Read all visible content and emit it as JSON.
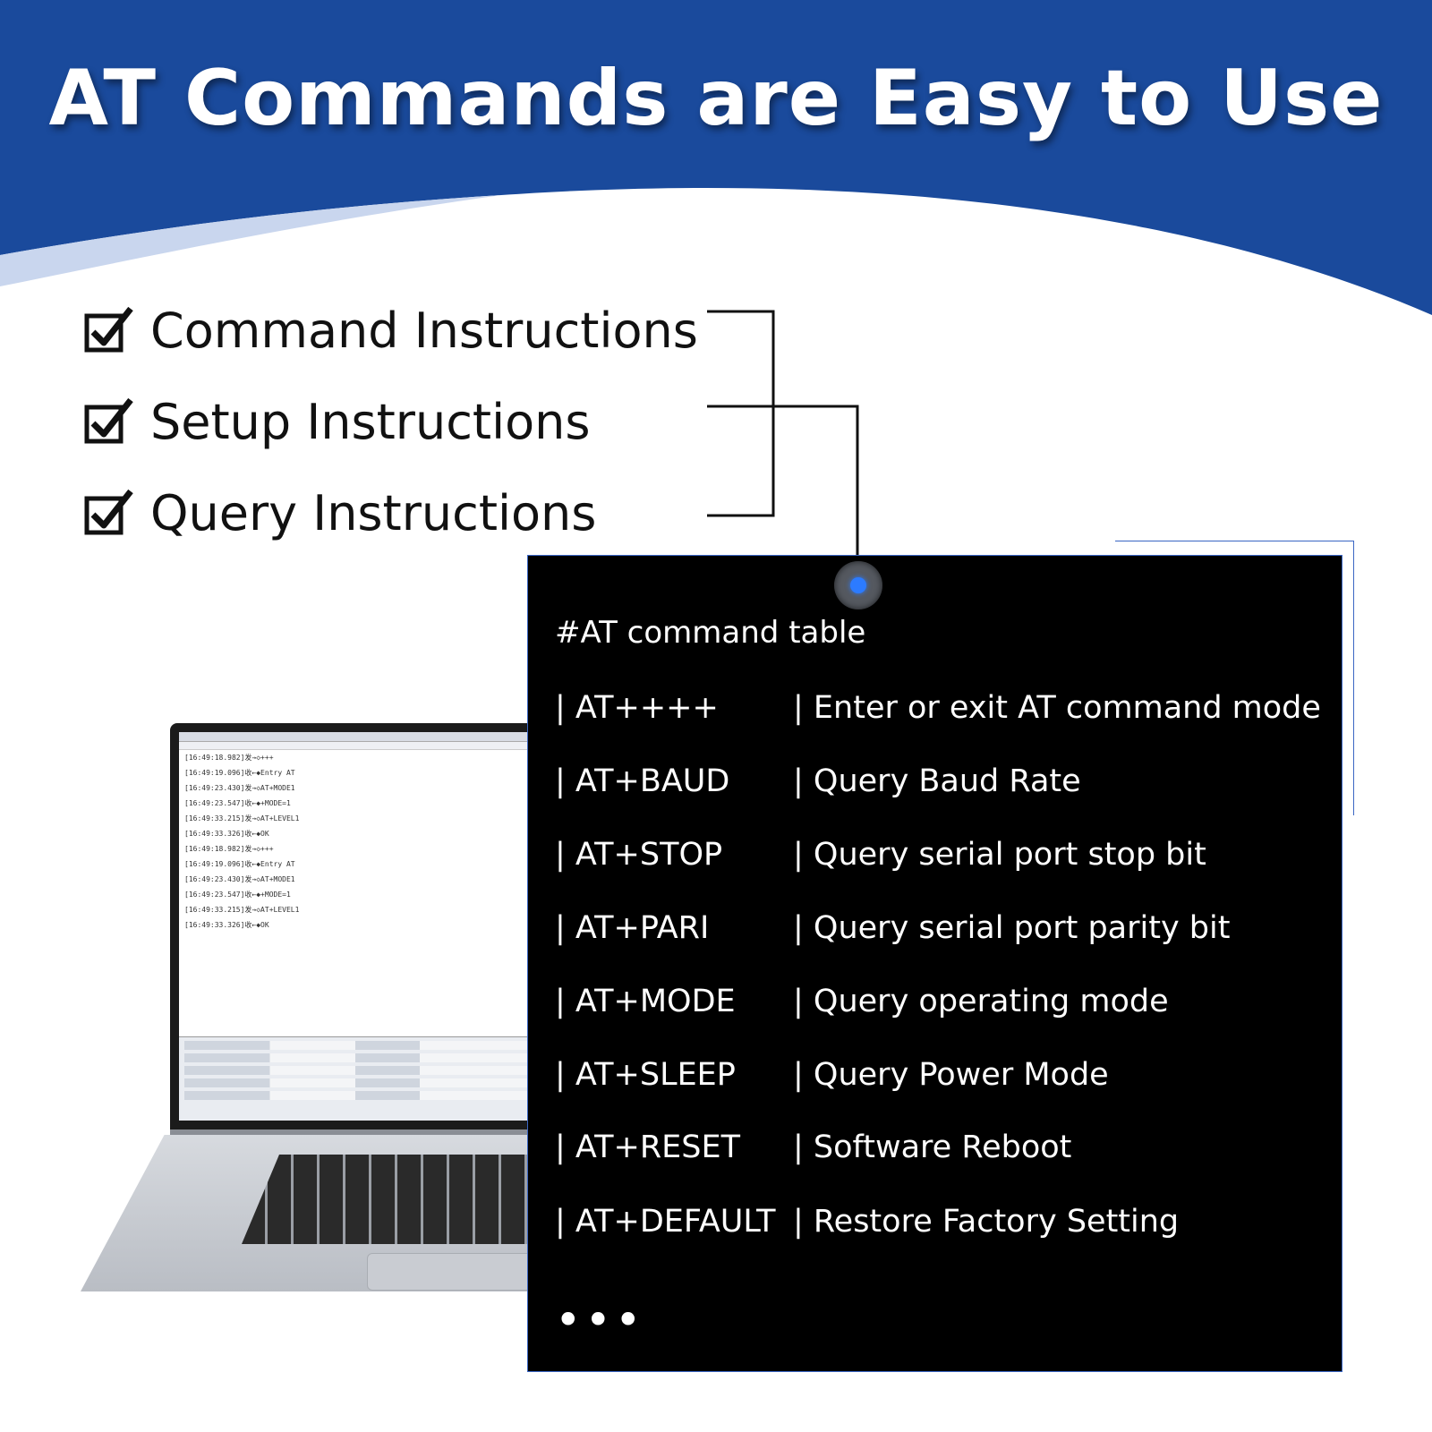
{
  "title": "AT Commands are Easy to Use",
  "colors": {
    "banner": "#1a4a9c",
    "panel": "#000000",
    "accent": "#2c7bff"
  },
  "checklist": [
    {
      "icon": "checkbox-checked-icon",
      "label": "Command Instructions"
    },
    {
      "icon": "checkbox-checked-icon",
      "label": "Setup Instructions"
    },
    {
      "icon": "checkbox-checked-icon",
      "label": "Query Instructions"
    }
  ],
  "laptop_log": [
    "[16:49:18.982]发→◇+++",
    "[16:49:19.096]收←◆Entry AT",
    "[16:49:23.430]发→◇AT+MODE1",
    "[16:49:23.547]收←◆+MODE=1",
    "[16:49:33.215]发→◇AT+LEVEL1",
    "[16:49:33.326]收←◆OK",
    "[16:49:18.982]发→◇+++",
    "[16:49:19.096]收←◆Entry AT",
    "[16:49:23.430]发→◇AT+MODE1",
    "[16:49:23.547]收←◆+MODE=1",
    "[16:49:33.215]发→◇AT+LEVEL1",
    "[16:49:33.326]收←◆OK"
  ],
  "command_table": {
    "title": "#AT command table",
    "rows": [
      {
        "command": "| AT++++",
        "description": "| Enter or exit AT command mode"
      },
      {
        "command": "| AT+BAUD",
        "description": "| Query Baud Rate"
      },
      {
        "command": "| AT+STOP",
        "description": "| Query serial port stop bit"
      },
      {
        "command": "| AT+PARI",
        "description": "| Query serial port parity bit"
      },
      {
        "command": "| AT+MODE",
        "description": "| Query operating mode"
      },
      {
        "command": "| AT+SLEEP",
        "description": "| Query Power Mode"
      },
      {
        "command": "| AT+RESET",
        "description": "| Software Reboot"
      },
      {
        "command": "| AT+DEFAULT",
        "description": "| Restore Factory Setting"
      }
    ],
    "more": "•••"
  }
}
